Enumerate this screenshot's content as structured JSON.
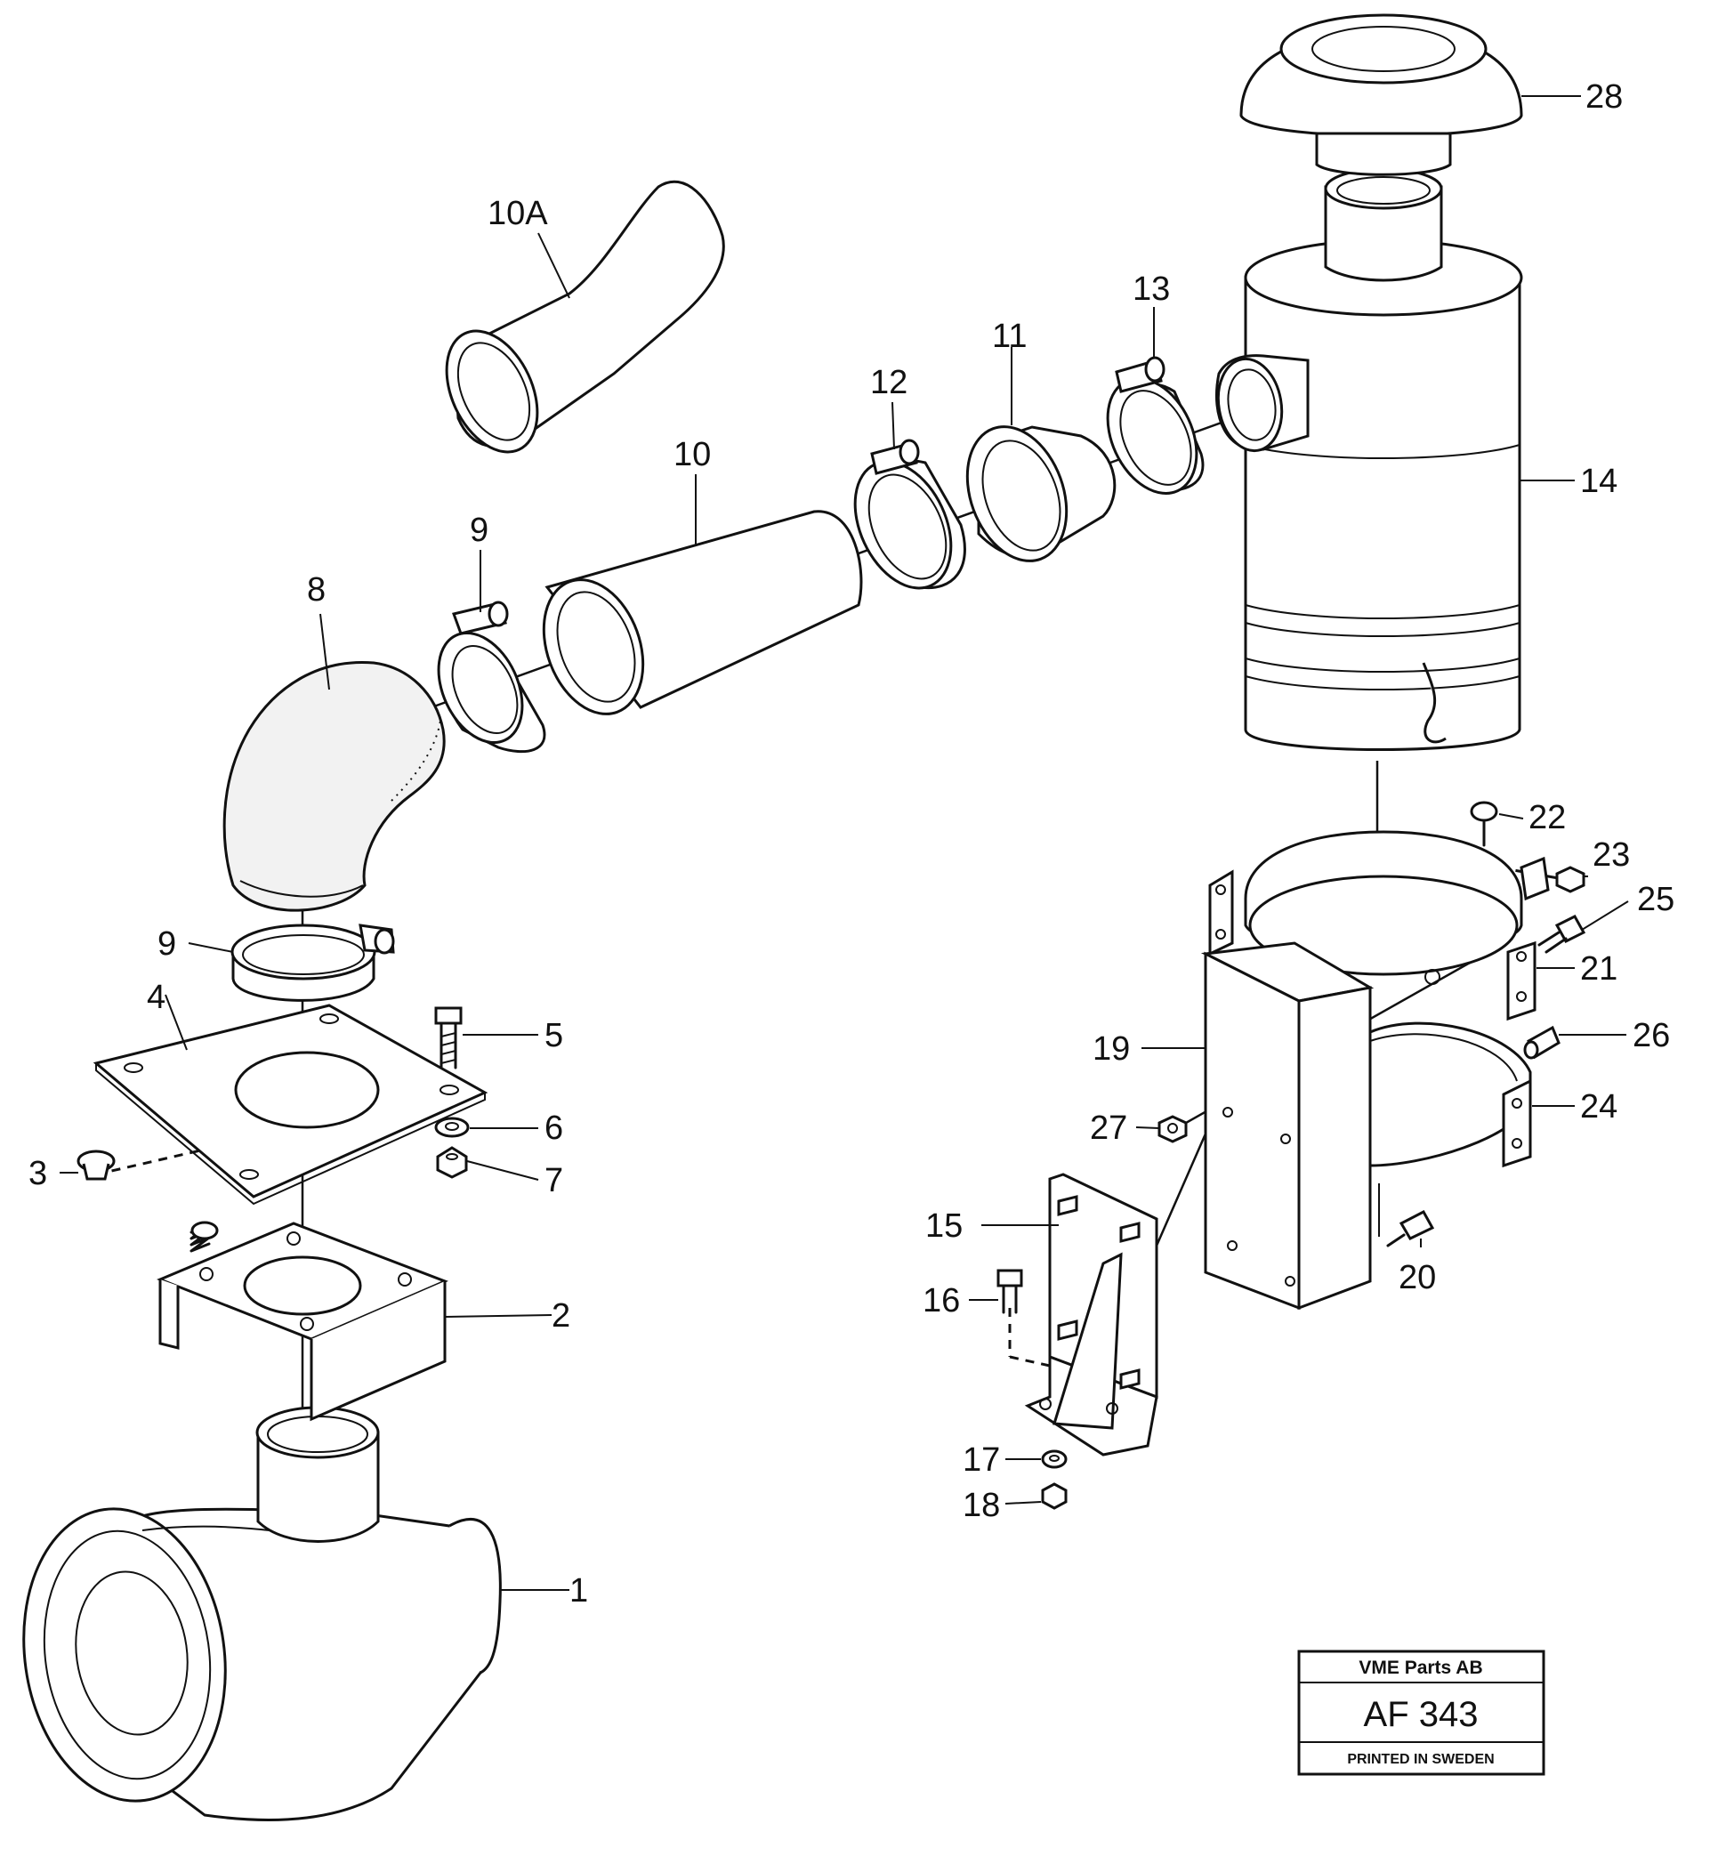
{
  "parts": [
    {
      "id": "p1",
      "label": "1",
      "name": "filter-housing-lower"
    },
    {
      "id": "p2",
      "label": "2",
      "name": "mounting-bracket"
    },
    {
      "id": "p3",
      "label": "3",
      "name": "plug"
    },
    {
      "id": "p4",
      "label": "4",
      "name": "flange-plate"
    },
    {
      "id": "p5",
      "label": "5",
      "name": "bolt"
    },
    {
      "id": "p6",
      "label": "6",
      "name": "washer"
    },
    {
      "id": "p7",
      "label": "7",
      "name": "nut"
    },
    {
      "id": "p8",
      "label": "8",
      "name": "elbow-hose"
    },
    {
      "id": "p9a",
      "label": "9",
      "name": "hose-clamp-upper"
    },
    {
      "id": "p9b",
      "label": "9",
      "name": "hose-clamp-lower"
    },
    {
      "id": "p10",
      "label": "10",
      "name": "intake-pipe"
    },
    {
      "id": "p10a",
      "label": "10A",
      "name": "alternative-pipe"
    },
    {
      "id": "p11",
      "label": "11",
      "name": "reducer-sleeve"
    },
    {
      "id": "p12",
      "label": "12",
      "name": "hose-clamp"
    },
    {
      "id": "p13",
      "label": "13",
      "name": "hose-clamp"
    },
    {
      "id": "p14",
      "label": "14",
      "name": "air-cleaner"
    },
    {
      "id": "p15",
      "label": "15",
      "name": "support-bracket"
    },
    {
      "id": "p16",
      "label": "16",
      "name": "bolt"
    },
    {
      "id": "p17",
      "label": "17",
      "name": "washer"
    },
    {
      "id": "p18",
      "label": "18",
      "name": "nut"
    },
    {
      "id": "p19",
      "label": "19",
      "name": "holder"
    },
    {
      "id": "p20",
      "label": "20",
      "name": "screw"
    },
    {
      "id": "p21",
      "label": "21",
      "name": "upper-strap"
    },
    {
      "id": "p22",
      "label": "22",
      "name": "screw"
    },
    {
      "id": "p23",
      "label": "23",
      "name": "nut"
    },
    {
      "id": "p24",
      "label": "24",
      "name": "lower-strap"
    },
    {
      "id": "p25",
      "label": "25",
      "name": "bolt"
    },
    {
      "id": "p26",
      "label": "26",
      "name": "spacer"
    },
    {
      "id": "p27",
      "label": "27",
      "name": "nut"
    },
    {
      "id": "p28",
      "label": "28",
      "name": "rain-cap"
    }
  ],
  "plate": {
    "company": "VME Parts AB",
    "code": "AF 343",
    "footer": "PRINTED IN SWEDEN"
  }
}
